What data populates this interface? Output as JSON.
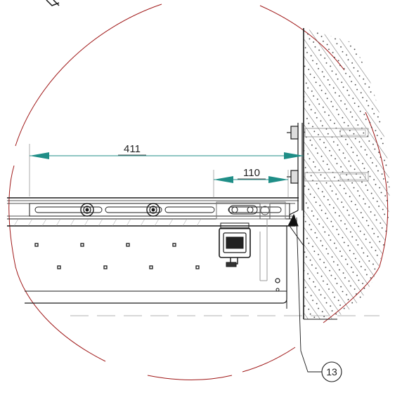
{
  "dimensions": {
    "overall": "411",
    "offset": "110"
  },
  "callout": {
    "label": "13"
  },
  "colors": {
    "detail_circle": "#a01818",
    "dimension": "#1f8e87",
    "line": "#1a1a1a",
    "hatch": "#444444"
  }
}
